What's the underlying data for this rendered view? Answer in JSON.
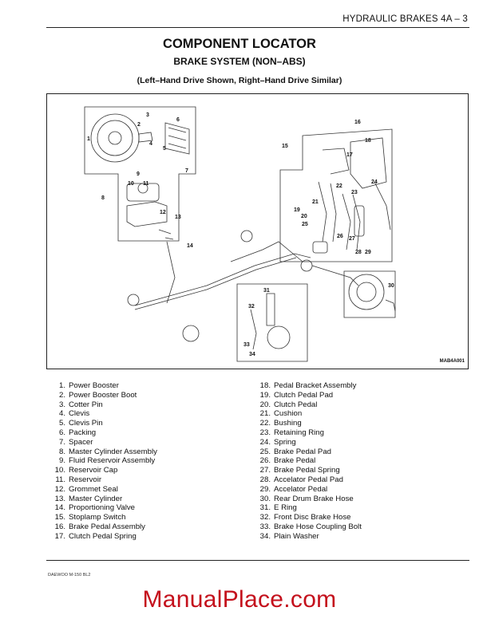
{
  "header": {
    "section_title": "HYDRAULIC BRAKES  4A – 3"
  },
  "page": {
    "title": "COMPONENT LOCATOR",
    "subtitle": "BRAKE SYSTEM (NON–ABS)",
    "note": "(Left–Hand Drive Shown, Right–Hand Drive Similar)"
  },
  "figure": {
    "code": "MAB4A001",
    "callouts": [
      "1",
      "2",
      "3",
      "4",
      "5",
      "6",
      "7",
      "8",
      "9",
      "10",
      "11",
      "12",
      "13",
      "14",
      "15",
      "16",
      "17",
      "18",
      "19",
      "20",
      "21",
      "22",
      "23",
      "24",
      "25",
      "26",
      "27",
      "28",
      "29",
      "30",
      "31",
      "32",
      "33",
      "34"
    ]
  },
  "legend": {
    "left": [
      {
        "num": "1.",
        "label": "Power Booster"
      },
      {
        "num": "2.",
        "label": "Power Booster Boot"
      },
      {
        "num": "3.",
        "label": "Cotter Pin"
      },
      {
        "num": "4.",
        "label": "Clevis"
      },
      {
        "num": "5.",
        "label": "Clevis Pin"
      },
      {
        "num": "6.",
        "label": "Packing"
      },
      {
        "num": "7.",
        "label": "Spacer"
      },
      {
        "num": "8.",
        "label": "Master Cylinder Assembly"
      },
      {
        "num": "9.",
        "label": "Fluid Reservoir Assembly"
      },
      {
        "num": "10.",
        "label": "Reservoir Cap"
      },
      {
        "num": "11.",
        "label": "Reservoir"
      },
      {
        "num": "12.",
        "label": "Grommet Seal"
      },
      {
        "num": "13.",
        "label": "Master Cylinder"
      },
      {
        "num": "14.",
        "label": "Proportioning Valve"
      },
      {
        "num": "15.",
        "label": "Stoplamp Switch"
      },
      {
        "num": "16.",
        "label": "Brake Pedal Assembly"
      },
      {
        "num": "17.",
        "label": "Clutch Pedal Spring"
      }
    ],
    "right": [
      {
        "num": "18.",
        "label": "Pedal Bracket Assembly"
      },
      {
        "num": "19.",
        "label": "Clutch Pedal Pad"
      },
      {
        "num": "20.",
        "label": "Clutch Pedal"
      },
      {
        "num": "21.",
        "label": "Cushion"
      },
      {
        "num": "22.",
        "label": "Bushing"
      },
      {
        "num": "23.",
        "label": "Retaining Ring"
      },
      {
        "num": "24.",
        "label": "Spring"
      },
      {
        "num": "25.",
        "label": "Brake Pedal Pad"
      },
      {
        "num": "26.",
        "label": "Brake Pedal"
      },
      {
        "num": "27.",
        "label": "Brake Pedal Spring"
      },
      {
        "num": "28.",
        "label": "Accelator Pedal Pad"
      },
      {
        "num": "29.",
        "label": "Accelator Pedal"
      },
      {
        "num": "30.",
        "label": "Rear Drum Brake Hose"
      },
      {
        "num": "31.",
        "label": "E Ring"
      },
      {
        "num": "32.",
        "label": "Front Disc Brake Hose"
      },
      {
        "num": "33.",
        "label": "Brake Hose Coupling Bolt"
      },
      {
        "num": "34.",
        "label": "Plain Washer"
      }
    ]
  },
  "footer": {
    "doc_code": "DAEWOO M-150 BL2"
  },
  "watermark": {
    "text": "ManualPlace.com"
  }
}
